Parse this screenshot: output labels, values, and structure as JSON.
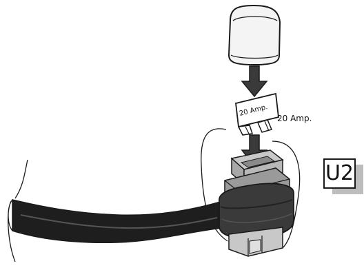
{
  "fuse": {
    "side_label": "20 Amp.",
    "body_label": "20 Amp."
  },
  "step_badge": {
    "text": "U2"
  },
  "colors": {
    "ink": "#1a1a1a",
    "wire": "#1e1e1e",
    "holder_dark": "#3a3a3a",
    "holder_grey": "#9a9a9a",
    "holder_light": "#c8c8c8",
    "cap": "#f2f2f2"
  }
}
